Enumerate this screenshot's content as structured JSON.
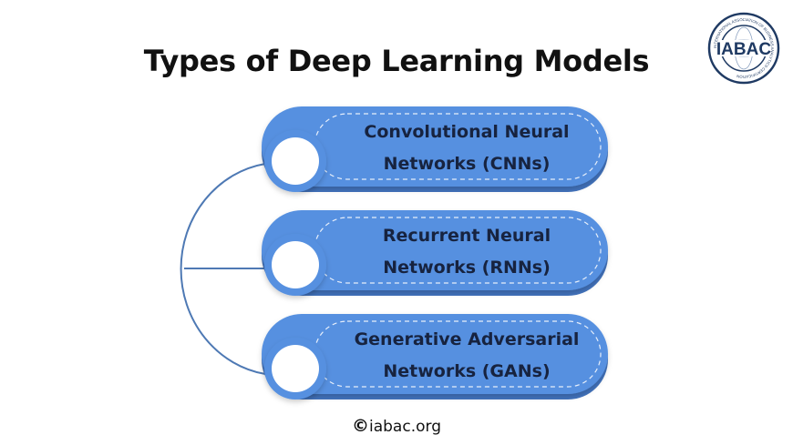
{
  "title": "Types of Deep Learning Models",
  "logo": {
    "text": "IABAC",
    "ring_text": "INTERNATIONAL ASSOCIATION OF BUSINESS ANALYTICS CERTIFICATION"
  },
  "items": [
    {
      "line1": "Convolutional Neural",
      "line2": "Networks (CNNs)"
    },
    {
      "line1": "Recurrent Neural",
      "line2": "Networks (RNNs)"
    },
    {
      "line1": "Generative Adversarial",
      "line2": "Networks (GANs)"
    }
  ],
  "footer": {
    "copyright_symbol": "©",
    "site": "iabac.org"
  },
  "colors": {
    "pill": "#5690e0",
    "pill_shadow": "#4273bd",
    "connector": "#4e79b4",
    "label_text": "#17233f",
    "title_text": "#111111"
  }
}
